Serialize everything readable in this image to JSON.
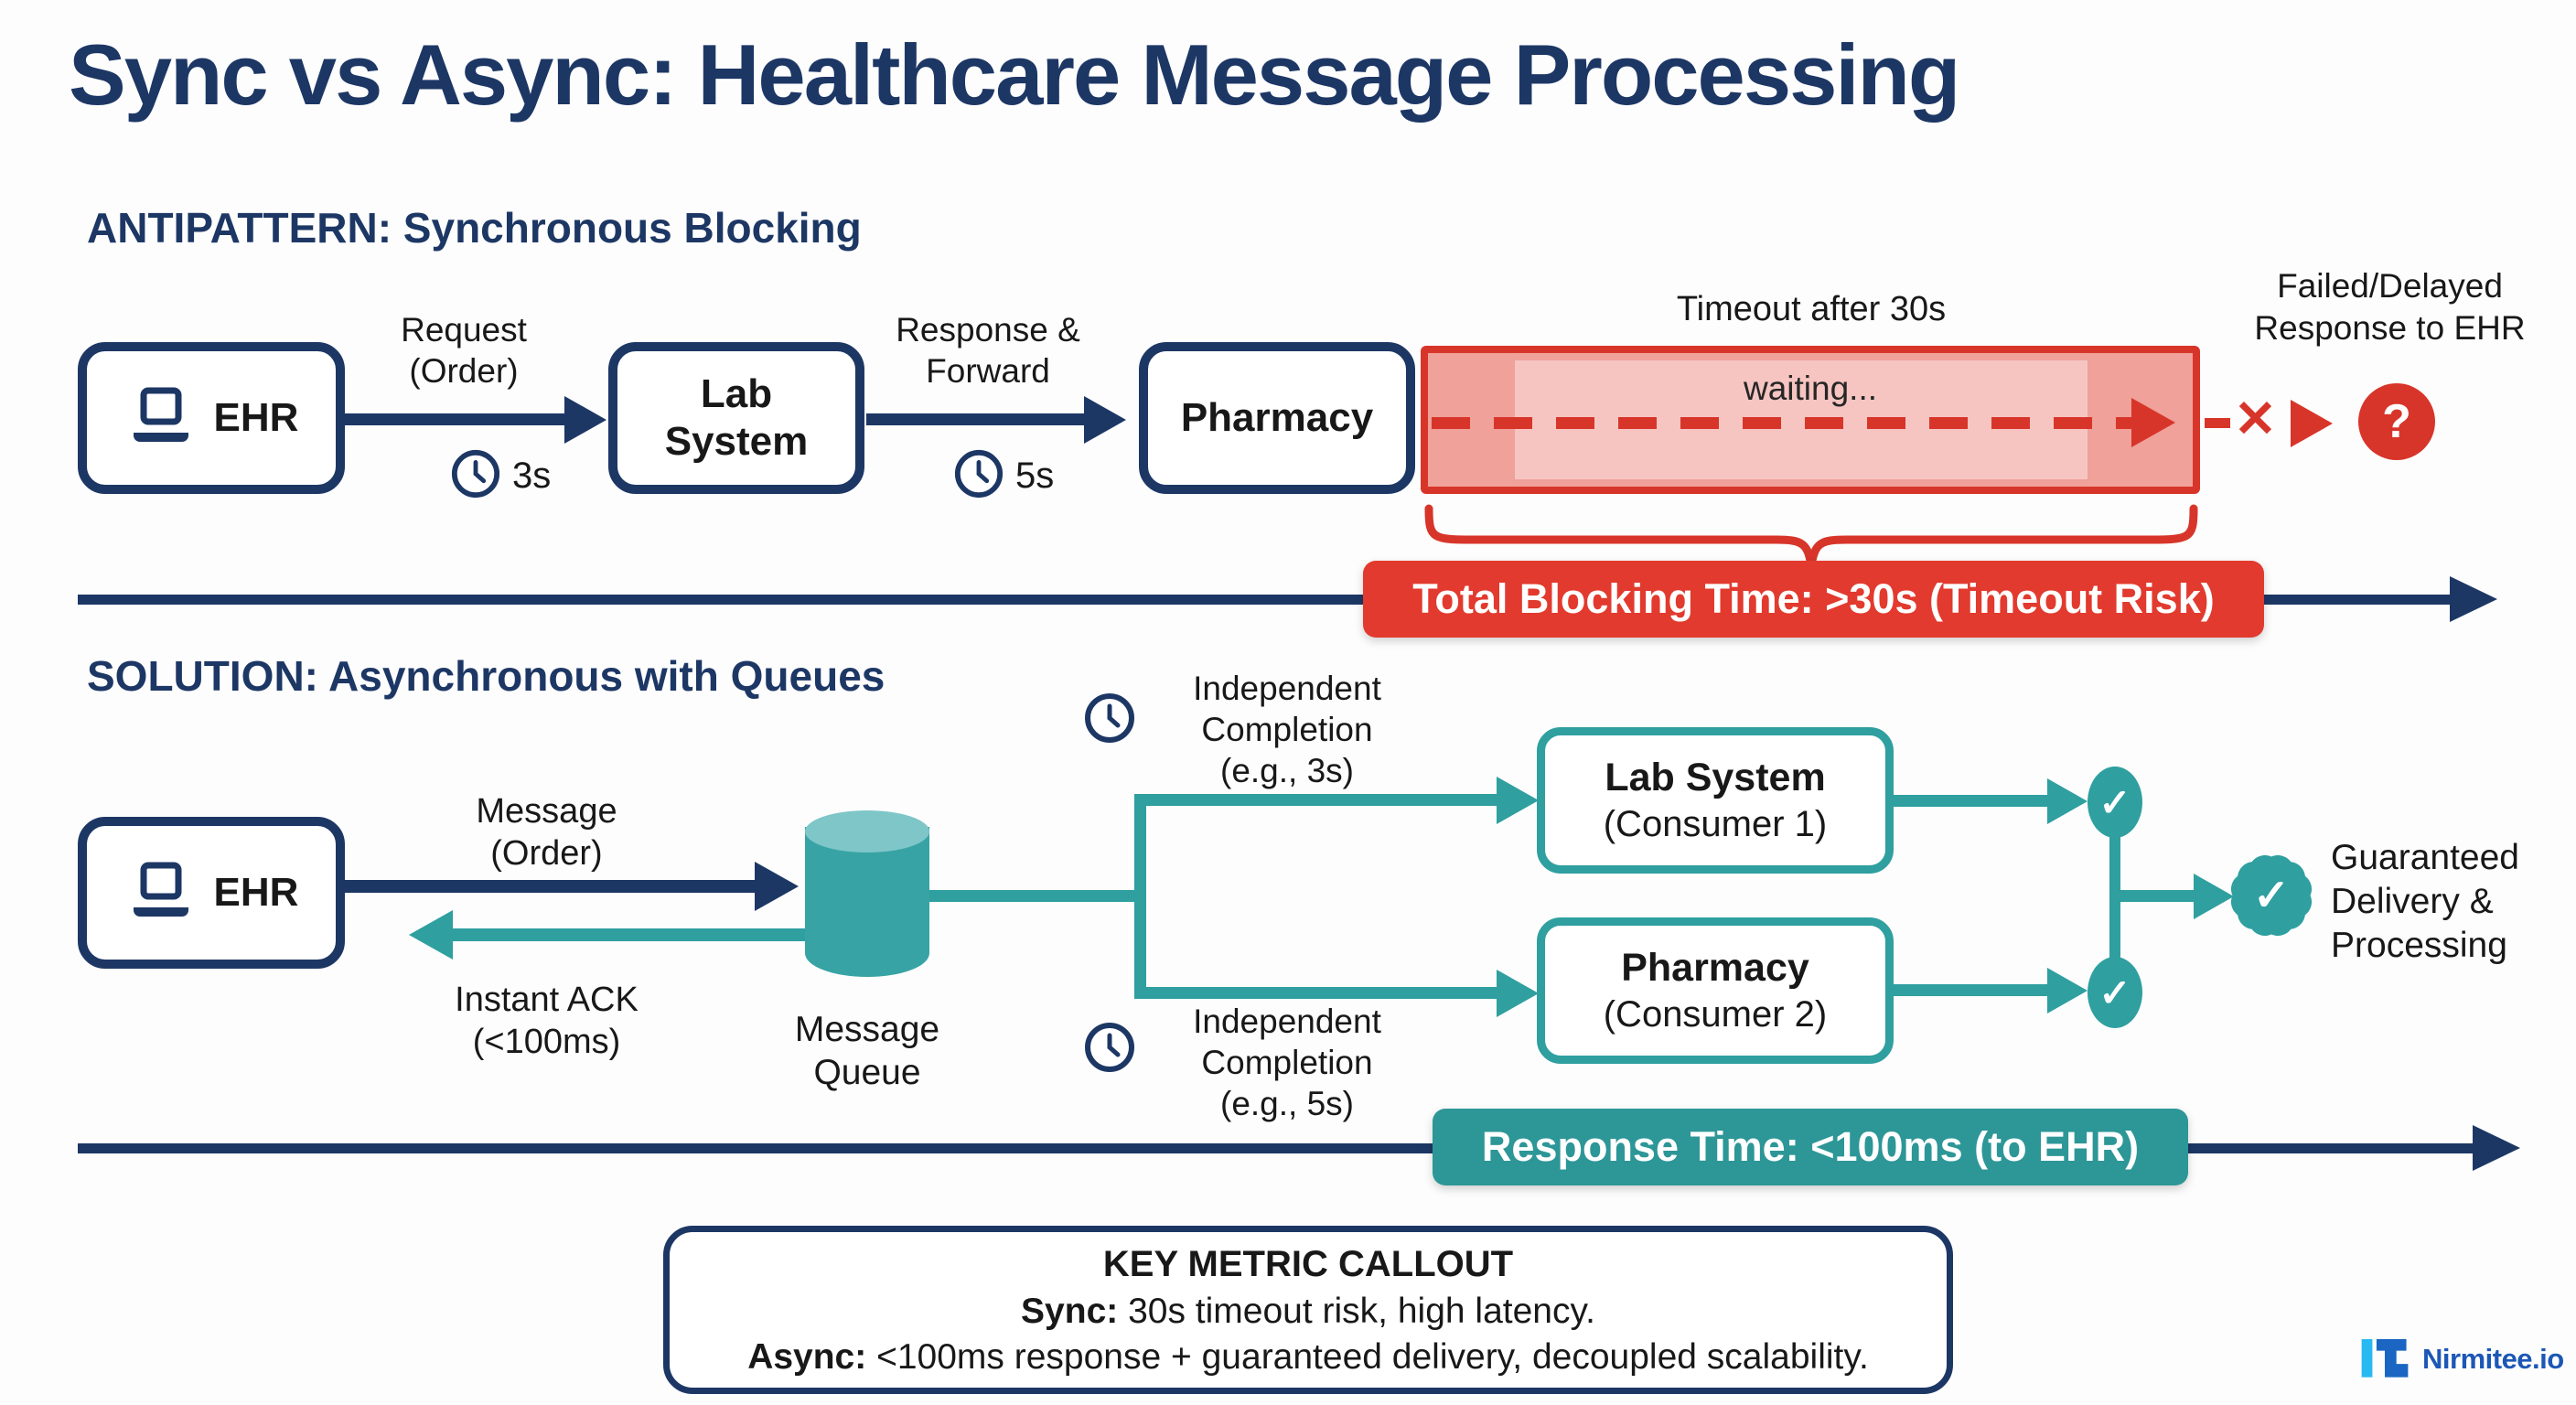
{
  "title": "Sync vs Async: Healthcare Message Processing",
  "antipattern": {
    "heading": "ANTIPATTERN: Synchronous Blocking",
    "ehr_label": "EHR",
    "request_label": [
      "Request",
      "(Order)"
    ],
    "request_time": "3s",
    "lab_label": [
      "Lab",
      "System"
    ],
    "response_label": [
      "Response &",
      "Forward"
    ],
    "response_time": "5s",
    "pharmacy_label": "Pharmacy",
    "timeout_label": "Timeout after 30s",
    "waiting_label": "waiting...",
    "failed_label": [
      "Failed/Delayed",
      "Response to EHR"
    ],
    "question_mark": "?",
    "x_mark": "✕",
    "banner": "Total Blocking Time: >30s (Timeout Risk)"
  },
  "solution": {
    "heading": "SOLUTION: Asynchronous with Queues",
    "ehr_label": "EHR",
    "message_label": [
      "Message",
      "(Order)"
    ],
    "ack_label": [
      "Instant ACK",
      "(<100ms)"
    ],
    "queue_label": [
      "Message",
      "Queue"
    ],
    "independent1": [
      "Independent",
      "Completion",
      "(e.g., 3s)"
    ],
    "independent2": [
      "Independent",
      "Completion",
      "(e.g., 5s)"
    ],
    "consumer1": [
      "Lab System",
      "(Consumer 1)"
    ],
    "consumer2": [
      "Pharmacy",
      "(Consumer 2)"
    ],
    "check_mark": "✓",
    "guaranteed": [
      "Guaranteed",
      "Delivery &",
      "Processing"
    ],
    "banner": "Response Time: <100ms (to EHR)"
  },
  "callout": {
    "title": "KEY METRIC CALLOUT",
    "sync_label": "Sync:",
    "sync_text": " 30s timeout risk, high latency.",
    "async_label": "Async:",
    "async_text": " <100ms response + guaranteed delivery, decoupled scalability."
  },
  "footer": {
    "logo_text": "Nirmitee.io"
  },
  "colors": {
    "navy": "#1d3765",
    "teal": "#2f9fa0",
    "teal_banner": "#2d9697",
    "red": "#d8352a",
    "red_banner": "#e23a2e",
    "red_fill": "#efa19a",
    "logo_blue": "#1c57b5",
    "logo_cyan": "#29b9f2"
  }
}
